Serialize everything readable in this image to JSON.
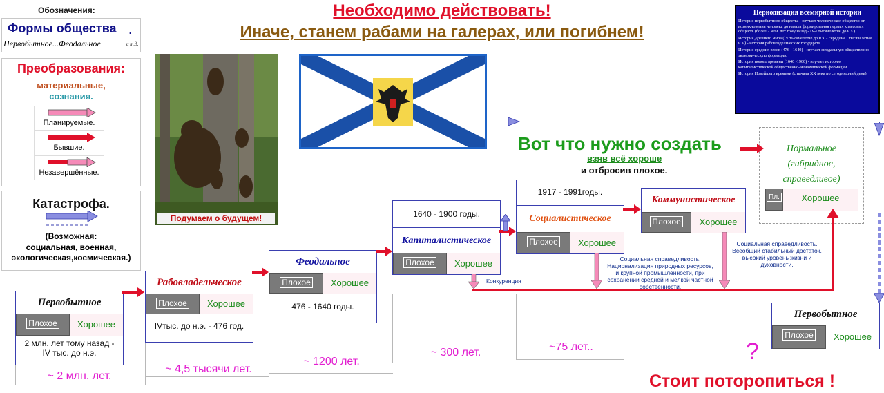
{
  "legend": {
    "heading": "Обозначения:",
    "forms_title": "Формы общества",
    "forms_example": "Первобытное...Феодальное",
    "forms_etc": "и т.д.",
    "transform_title": "Преобразования:",
    "transform_material": "материальные,",
    "transform_consciousness": "сознания.",
    "planned": "Планируемые.",
    "past": "Бывшие.",
    "unfinished": "Незавершённые.",
    "catastrophe_title": "Катастрофа.",
    "possible_title": "(Возможная:",
    "possible_list": "социальная, военная, экологическая,космическая.)"
  },
  "header": {
    "line1": "Необходимо действовать!",
    "line2": "Иначе, станем рабами на галерах, или погибнем!"
  },
  "bear_caption": "Подумаем о будущем!",
  "periodization": {
    "title": "Периодизация всемирной истории",
    "items": [
      "История первобытного общества - изучает человеческое общество от возникновения человека до начала формирования первых классовых обществ (более 2 млн. лет тому назад - IV-I тысячелетие до н.э.)",
      "История Древнего мира (IV тысячелетие до н.э. - середина I тысячелетия н.э.) - история рабовладельческих государств",
      "История средних веков (476 - 1640) - изучает феодальную общественно-экономическую формацию",
      "История нового времени (1640 -1900) - изучает историю капиталистической общественно-экономической формации",
      "История Новейшего времени (с начала XX века по сегодняшний день)"
    ]
  },
  "eras": {
    "primitive": {
      "name": "Первобытное",
      "bad": "Плохое",
      "good": "Хорошее",
      "dates": "2 млн. лет тому назад - IV тыс. до н.э."
    },
    "slave": {
      "name": "Рабовладельческое",
      "bad": "Плохое",
      "good": "Хорошее",
      "dates": "IVтыс. до н.э. - 476 год."
    },
    "feudal": {
      "name": "Феодальное",
      "bad": "Плохое",
      "good": "Хорошее",
      "dates": "476 - 1640 годы."
    },
    "capitalist": {
      "name": "Капиталистическое",
      "bad": "Плохое",
      "good": "Хорошее",
      "dates": "1640 - 1900 годы."
    },
    "socialist": {
      "name": "Социалистическое",
      "bad": "Плохое",
      "good": "Хорошее",
      "dates": "1917 - 1991годы."
    },
    "communist": {
      "name": "Коммунистическое",
      "bad": "Плохое",
      "good": "Хорошее"
    },
    "normal": {
      "name": "Нормальное (гибридное, справедливое)",
      "bad": "Пл.",
      "good": "Хорошее"
    },
    "primitive_future": {
      "name": "Первобытное",
      "bad": "Плохое",
      "good": "Хорошее"
    }
  },
  "spans": [
    "~ 2 млн. лет.",
    "~ 4,5 тысячи лет.",
    "~ 1200 лет.",
    "~ 300 лет.",
    "~75 лет.."
  ],
  "notes": {
    "competition": "Конкуренция",
    "socialist_note": "Социальная справедливость. Национализация природных ресурсов, и крупной промышленности, при сохранении средней и мелкой частной собственности.",
    "communist_note": "Социальная справедливость. Всеобщий стабильный достаток, высокий уровень жизни и духовности."
  },
  "create": {
    "title": "Вот что нужно создать",
    "sub1": "взяв всё хороше",
    "sub2": "и отбросив плохое."
  },
  "question": "?",
  "hurry": "Стоит поторопиться !",
  "colors": {
    "red": "#e0102a",
    "blue": "#3a3fb0",
    "green": "#1c8c1c",
    "magenta": "#e21ed0",
    "gray": "#7a7a7a",
    "navy": "#000080"
  }
}
